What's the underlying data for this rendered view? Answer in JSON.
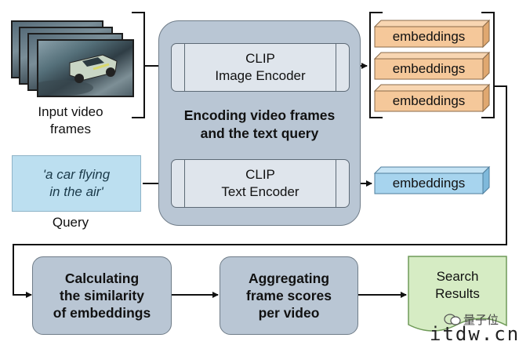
{
  "inputs": {
    "video_label": "Input video\nframes",
    "query_text": "'a car flying\nin the air'",
    "query_label": "Query"
  },
  "encoding_panel": {
    "title": "Encoding video frames\nand the text query",
    "image_encoder": "CLIP\nImage Encoder",
    "text_encoder": "CLIP\nText Encoder"
  },
  "outputs": {
    "image_embeddings": [
      "embeddings",
      "embeddings",
      "embeddings"
    ],
    "text_embedding": "embeddings"
  },
  "steps": {
    "similarity": "Calculating\nthe similarity\nof embeddings",
    "aggregate": "Aggregating\nframe scores\nper video",
    "results": "Search\nResults"
  },
  "watermark": {
    "brand": "量子位",
    "site": "itdw.cn"
  },
  "colors": {
    "panel": "#b9c6d4",
    "encoder": "#dfe5ec",
    "image_embedding": "#f5c89a",
    "text_embedding": "#a7d4ee",
    "query": "#bcdff0",
    "results": "#d6ecc4"
  }
}
